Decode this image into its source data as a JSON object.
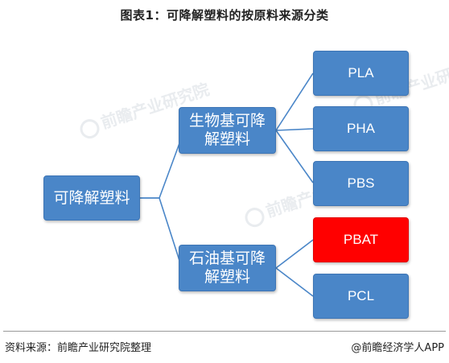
{
  "title": "图表1：可降解塑料的按原料来源分类",
  "watermark": "前瞻产业研究院",
  "root": {
    "label": "可降解塑料"
  },
  "branches": [
    {
      "label": "生物基可降解塑料",
      "children": [
        {
          "label": "PLA",
          "color": "#4a86c8"
        },
        {
          "label": "PHA",
          "color": "#4a86c8"
        },
        {
          "label": "PBS",
          "color": "#4a86c8"
        }
      ]
    },
    {
      "label": "石油基可降解塑料",
      "children": [
        {
          "label": "PBAT",
          "color": "#ff0000"
        },
        {
          "label": "PCL",
          "color": "#4a86c8"
        }
      ]
    }
  ],
  "footer": {
    "source": "资料来源：前瞻产业研究院整理",
    "brand": "@前瞻经济学人APP"
  }
}
